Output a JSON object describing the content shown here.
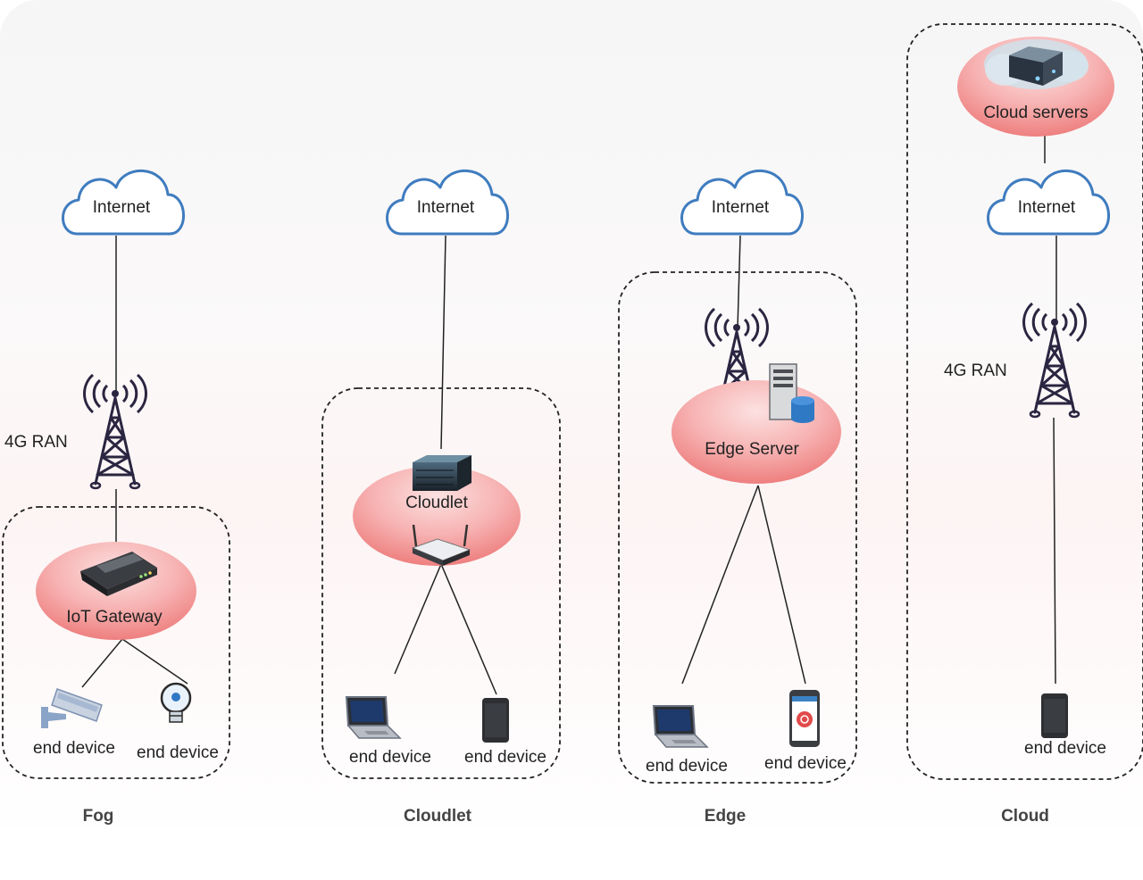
{
  "columns": {
    "fog": {
      "title": "Fog",
      "internet": "Internet",
      "ran": "4G RAN",
      "hub": "IoT Gateway",
      "device_left": "end device",
      "device_right": "end device"
    },
    "cloudlet": {
      "title": "Cloudlet",
      "internet": "Internet",
      "hub": "Cloudlet",
      "device_left": "end device",
      "device_right": "end device"
    },
    "edge": {
      "title": "Edge",
      "internet": "Internet",
      "hub": "Edge Server",
      "device_left": "end device",
      "device_right": "end device"
    },
    "cloud": {
      "title": "Cloud",
      "servers": "Cloud servers",
      "internet": "Internet",
      "ran": "4G RAN",
      "device": "end device"
    }
  },
  "colors": {
    "cloud_outline": "#3f7cbf",
    "tower": "#2a2540",
    "hub_fill_top": "#f9c8c8",
    "hub_fill_bottom": "#ef8686",
    "dashed_border": "#222222",
    "connector": "#222222"
  },
  "icons": [
    "cloud-icon",
    "antenna-tower-icon",
    "router-icon",
    "server-rack-icon",
    "wifi-router-icon",
    "server-icon",
    "database-icon",
    "laptop-icon",
    "smartphone-icon",
    "cctv-camera-icon",
    "smart-bulb-icon",
    "cloud-servers-icon"
  ]
}
